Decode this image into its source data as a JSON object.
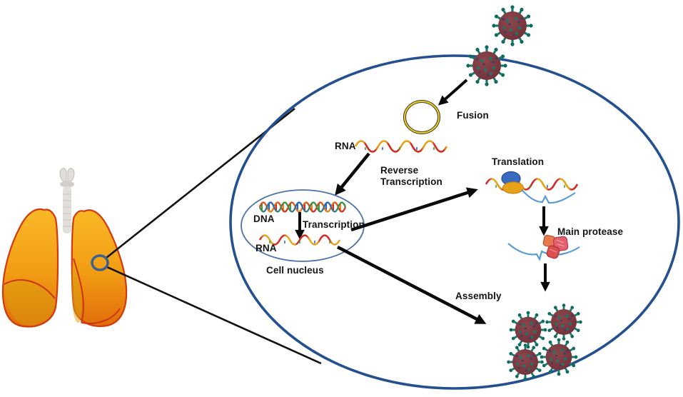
{
  "labels": {
    "fusion": "Fusion",
    "rna_genome": "RNA",
    "reverse_transcription": "Reverse\nTranscription",
    "dna": "DNA",
    "transcription": "Transcription",
    "rna_transcript": "RNA",
    "cell_nucleus": "Cell nucleus",
    "translation": "Translation",
    "main_protease": "Main protease",
    "assembly": "Assembly"
  },
  "colors": {
    "cell_membrane": "#24508f",
    "nucleus_outline": "#4a72a8",
    "virus_body": "#7a3a3f",
    "virus_spikes": "#157a6c",
    "lung_fill_light": "#f9b826",
    "lung_fill_dark": "#e06c0a",
    "lung_outline": "#d2390f",
    "trachea": "#d8d3cc",
    "fusion_vesicle_ring": "#e8c822",
    "rna_red": "#d42a20",
    "rna_yellow": "#e8a21a",
    "dna_strand_b": "#3f9b35",
    "ribosome_large_subunit": "#3a6abf",
    "ribosome_small_subunit": "#e8a21a",
    "protein_chain": "#5b9bd5",
    "protease": "#e05560",
    "arrow": "#0a0a0a",
    "zoom_line": "#111111"
  }
}
